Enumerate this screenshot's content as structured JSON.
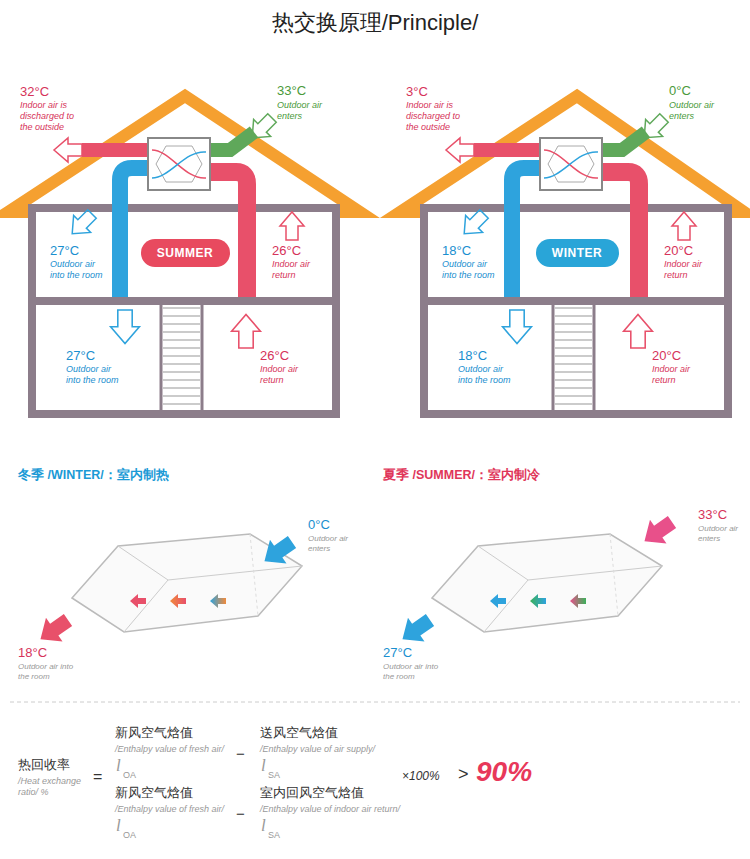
{
  "diagram": {
    "title": "热交换原理/Principle/",
    "nodes": [
      {
        "text": [
          "SUMMER"
        ]
      },
      {
        "text": [
          "WINTER"
        ]
      }
    ],
    "labels": [
      "32°C",
      "Indoor air is discharged to the outside",
      "33°C",
      "Outdoor air enters",
      "27°C",
      "Outdoor air into the room",
      "26°C",
      "Indoor air return",
      "27°C",
      "Outdoor air into the room",
      "26°C",
      "Indoor air return",
      "3°C",
      "Indoor air is discharged to the outside",
      "0°C",
      "Outdoor air enters",
      "18°C",
      "Outdoor air into the room",
      "20°C",
      "Indoor air return",
      "18°C",
      "Outdoor air into the room",
      "20°C",
      "Indoor air return",
      "冬季 /WINTER/：室内制热",
      "夏季 /SUMMER/：室内制冷",
      "0°C",
      "Outdoor air enters",
      "18°C",
      "Outdoor air into the room",
      "33°C",
      "Outdoor air enters",
      "27°C",
      "Outdoor air into the room",
      "热回收率",
      "/Heat exchange ratio/ %",
      "=",
      "新风空气焓值",
      "/Enthalpy value of fresh air/",
      "l",
      "OA",
      "−",
      "送风空气焓值",
      "/Enthalpy value of air supply/",
      "l",
      "SA",
      "新风空气焓值",
      "/Enthalpy value of fresh air/",
      "l",
      "OA",
      "−",
      "室内回风空气焓值",
      "/Enthalpy value of indoor air return/",
      "l",
      "SA",
      "×100%",
      ">",
      "90%"
    ]
  }
}
